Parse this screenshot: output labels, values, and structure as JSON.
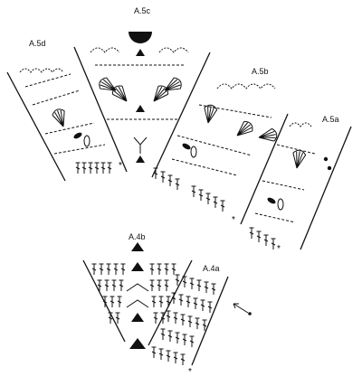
{
  "labels": {
    "a5c": "A.5c",
    "a5d": "A.5d",
    "a5b": "A.5b",
    "a5a": "A.5a",
    "a4b": "A.4b",
    "a4a": "A.4a"
  },
  "repeat_marker": "*",
  "colors": {
    "ink": "#111111",
    "background": "#ffffff"
  }
}
